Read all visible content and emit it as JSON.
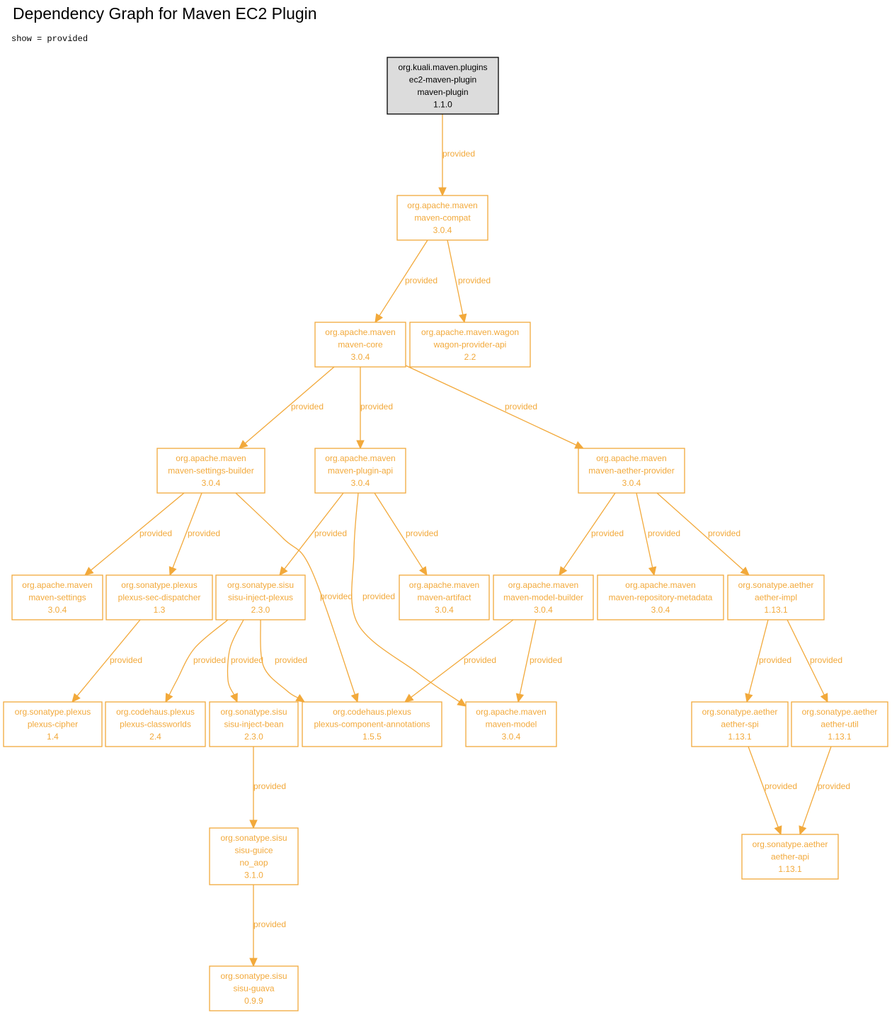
{
  "title": "Dependency Graph for Maven EC2 Plugin",
  "subtitle": "show = provided",
  "colors": {
    "dependency": "#f2a93b",
    "root_fill": "#dcdcdc",
    "root_border": "#000000"
  },
  "nodes": [
    {
      "id": "root",
      "root": true,
      "lines": [
        "org.kuali.maven.plugins",
        "ec2-maven-plugin",
        "maven-plugin",
        "1.1.0"
      ]
    },
    {
      "id": "compat",
      "lines": [
        "org.apache.maven",
        "maven-compat",
        "3.0.4"
      ]
    },
    {
      "id": "core",
      "lines": [
        "org.apache.maven",
        "maven-core",
        "3.0.4"
      ]
    },
    {
      "id": "wagon",
      "lines": [
        "org.apache.maven.wagon",
        "wagon-provider-api",
        "2.2"
      ]
    },
    {
      "id": "settingsbuilder",
      "lines": [
        "org.apache.maven",
        "maven-settings-builder",
        "3.0.4"
      ]
    },
    {
      "id": "pluginapi",
      "lines": [
        "org.apache.maven",
        "maven-plugin-api",
        "3.0.4"
      ]
    },
    {
      "id": "aetherprovider",
      "lines": [
        "org.apache.maven",
        "maven-aether-provider",
        "3.0.4"
      ]
    },
    {
      "id": "settings",
      "lines": [
        "org.apache.maven",
        "maven-settings",
        "3.0.4"
      ]
    },
    {
      "id": "secdispatcher",
      "lines": [
        "org.sonatype.plexus",
        "plexus-sec-dispatcher",
        "1.3"
      ]
    },
    {
      "id": "injectplexus",
      "lines": [
        "org.sonatype.sisu",
        "sisu-inject-plexus",
        "2.3.0"
      ]
    },
    {
      "id": "artifact",
      "lines": [
        "org.apache.maven",
        "maven-artifact",
        "3.0.4"
      ]
    },
    {
      "id": "modelbuilder",
      "lines": [
        "org.apache.maven",
        "maven-model-builder",
        "3.0.4"
      ]
    },
    {
      "id": "repometa",
      "lines": [
        "org.apache.maven",
        "maven-repository-metadata",
        "3.0.4"
      ]
    },
    {
      "id": "aetherimpl",
      "lines": [
        "org.sonatype.aether",
        "aether-impl",
        "1.13.1"
      ]
    },
    {
      "id": "cipher",
      "lines": [
        "org.sonatype.plexus",
        "plexus-cipher",
        "1.4"
      ]
    },
    {
      "id": "classworlds",
      "lines": [
        "org.codehaus.plexus",
        "plexus-classworlds",
        "2.4"
      ]
    },
    {
      "id": "injectbean",
      "lines": [
        "org.sonatype.sisu",
        "sisu-inject-bean",
        "2.3.0"
      ]
    },
    {
      "id": "annotations",
      "lines": [
        "org.codehaus.plexus",
        "plexus-component-annotations",
        "1.5.5"
      ]
    },
    {
      "id": "model",
      "lines": [
        "org.apache.maven",
        "maven-model",
        "3.0.4"
      ]
    },
    {
      "id": "aetherspi",
      "lines": [
        "org.sonatype.aether",
        "aether-spi",
        "1.13.1"
      ]
    },
    {
      "id": "aetherutil",
      "lines": [
        "org.sonatype.aether",
        "aether-util",
        "1.13.1"
      ]
    },
    {
      "id": "guice",
      "lines": [
        "org.sonatype.sisu",
        "sisu-guice",
        "no_aop",
        "3.1.0"
      ]
    },
    {
      "id": "aetherapi",
      "lines": [
        "org.sonatype.aether",
        "aether-api",
        "1.13.1"
      ]
    },
    {
      "id": "guava",
      "lines": [
        "org.sonatype.sisu",
        "sisu-guava",
        "0.9.9"
      ]
    }
  ],
  "edges": [
    {
      "from": "root",
      "to": "compat",
      "label": "provided"
    },
    {
      "from": "compat",
      "to": "core",
      "label": "provided"
    },
    {
      "from": "compat",
      "to": "wagon",
      "label": "provided"
    },
    {
      "from": "core",
      "to": "settingsbuilder",
      "label": "provided"
    },
    {
      "from": "core",
      "to": "pluginapi",
      "label": "provided"
    },
    {
      "from": "core",
      "to": "aetherprovider",
      "label": "provided"
    },
    {
      "from": "settingsbuilder",
      "to": "settings",
      "label": "provided"
    },
    {
      "from": "settingsbuilder",
      "to": "secdispatcher",
      "label": "provided"
    },
    {
      "from": "settingsbuilder",
      "to": "annotations",
      "label": "provided"
    },
    {
      "from": "pluginapi",
      "to": "injectplexus",
      "label": "provided"
    },
    {
      "from": "pluginapi",
      "to": "model",
      "label": "provided"
    },
    {
      "from": "pluginapi",
      "to": "artifact",
      "label": "provided"
    },
    {
      "from": "aetherprovider",
      "to": "modelbuilder",
      "label": "provided"
    },
    {
      "from": "aetherprovider",
      "to": "repometa",
      "label": "provided"
    },
    {
      "from": "aetherprovider",
      "to": "aetherimpl",
      "label": "provided"
    },
    {
      "from": "secdispatcher",
      "to": "cipher",
      "label": "provided"
    },
    {
      "from": "injectplexus",
      "to": "classworlds",
      "label": "provided"
    },
    {
      "from": "injectplexus",
      "to": "injectbean",
      "label": "provided"
    },
    {
      "from": "injectplexus",
      "to": "annotations",
      "label": "provided"
    },
    {
      "from": "modelbuilder",
      "to": "annotations",
      "label": "provided"
    },
    {
      "from": "modelbuilder",
      "to": "model",
      "label": "provided"
    },
    {
      "from": "aetherimpl",
      "to": "aetherspi",
      "label": "provided"
    },
    {
      "from": "aetherimpl",
      "to": "aetherutil",
      "label": "provided"
    },
    {
      "from": "injectbean",
      "to": "guice",
      "label": "provided"
    },
    {
      "from": "aetherspi",
      "to": "aetherapi",
      "label": "provided"
    },
    {
      "from": "aetherutil",
      "to": "aetherapi",
      "label": "provided"
    },
    {
      "from": "guice",
      "to": "guava",
      "label": "provided"
    }
  ]
}
